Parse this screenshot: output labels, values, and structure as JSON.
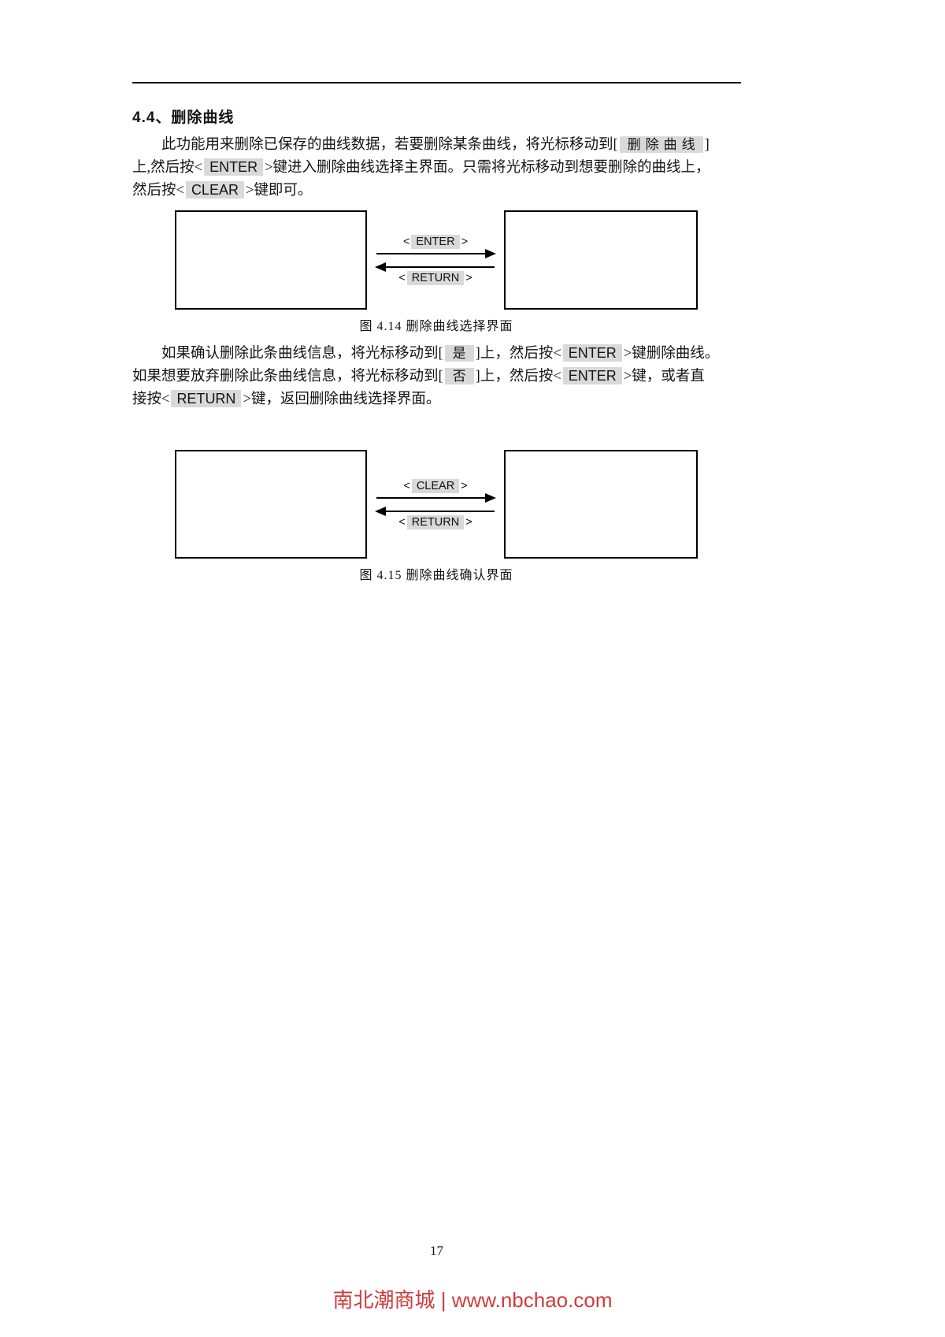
{
  "page": {
    "number": "17",
    "footer": "南北潮商城 | www.nbchao.com"
  },
  "colors": {
    "footer_red": "#cf3b3b",
    "highlight_gray": "#d9d9d9"
  },
  "symbols": {
    "lt": "<",
    "gt": ">"
  },
  "section": {
    "heading": "4.4、删除曲线"
  },
  "para1": {
    "l1_pre": "此功能用来删除已保存的曲线数据，若要删除某条曲线，将光标移动到[",
    "l1_key": "删除曲线",
    "l1_post": "]",
    "l2_pre": "上,然后按<",
    "l2_key": "ENTER",
    "l2_post": ">键进入删除曲线选择主界面。只需将光标移动到想要删除的曲线上，",
    "l3_pre": "然后按<",
    "l3_key": "CLEAR",
    "l3_post": ">键即可。"
  },
  "figure1": {
    "top_key": "ENTER",
    "bottom_key": "RETURN",
    "caption": "图 4.14 删除曲线选择界面"
  },
  "para2": {
    "l1_pre": "如果确认删除此条曲线信息，将光标移动到[",
    "l1_key": "是",
    "l1_mid": "]上，然后按<",
    "l1_key2": "ENTER",
    "l1_post": ">键删除曲线。",
    "l2_pre": "如果想要放弃删除此条曲线信息，将光标移动到[",
    "l2_key": "否",
    "l2_mid": "]上，然后按<",
    "l2_key2": "ENTER",
    "l2_post": ">键，或者直",
    "l3_pre": "接按<",
    "l3_key": "RETURN",
    "l3_post": ">键，返回删除曲线选择界面。"
  },
  "figure2": {
    "top_key": "CLEAR",
    "bottom_key": "RETURN",
    "caption": "图 4.15 删除曲线确认界面"
  }
}
